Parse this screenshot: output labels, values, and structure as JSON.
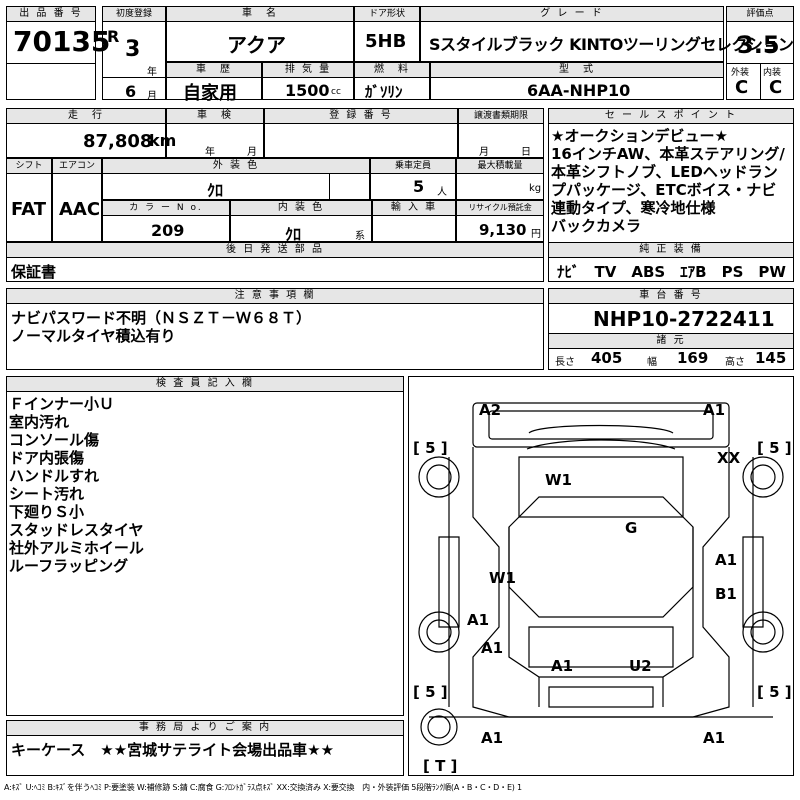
{
  "lot": {
    "label": "出 品 番 号",
    "number": "70135"
  },
  "first_reg": {
    "label": "初度登録",
    "era": "R",
    "year": "3",
    "year_unit": "年",
    "month": "6",
    "month_unit": "月"
  },
  "car_name": {
    "label": "車　名",
    "value": "アクア"
  },
  "door": {
    "label": "ドア形状",
    "value": "5HB"
  },
  "grade": {
    "label": "グ レ ー ド",
    "value": "Sスタイルブラック KINTOツーリングセレクション"
  },
  "score": {
    "label": "評価点",
    "value": "3.5",
    "ext_label": "外装",
    "int_label": "内装",
    "ext": "C",
    "int": "C"
  },
  "history": {
    "label": "車　歴",
    "value": "自家用"
  },
  "displacement": {
    "label": "排 気 量",
    "value": "1500",
    "unit": "cc"
  },
  "fuel": {
    "label": "燃　料",
    "value": "ｶﾞｿﾘﾝ"
  },
  "model": {
    "label": "型　式",
    "value": "6AA-NHP10"
  },
  "mileage": {
    "label": "走　行",
    "value": "87,808",
    "unit": "km"
  },
  "inspection": {
    "label": "車　検",
    "year_unit": "年",
    "month_unit": "月"
  },
  "reg_no": {
    "label": "登 録 番 号"
  },
  "transfer": {
    "label": "譲渡書類期限",
    "month_unit": "月",
    "day_unit": "日"
  },
  "shift": {
    "label": "シフト",
    "value": "FAT"
  },
  "ac": {
    "label": "エアコン",
    "value": "AAC"
  },
  "ext_color": {
    "label": "外 装 色",
    "value": "ｸﾛ"
  },
  "seats": {
    "label": "乗車定員",
    "value": "5",
    "unit": "人"
  },
  "max_load": {
    "label": "最大積載量",
    "unit": "kg"
  },
  "color_no": {
    "label": "カ ラ ー N o.",
    "value": "209"
  },
  "int_color": {
    "label": "内 装 色",
    "value": "ｸﾛ",
    "unit": "系"
  },
  "import": {
    "label": "輸 入 車"
  },
  "recycle": {
    "label": "リサイクル預託金",
    "value": "9,130",
    "unit": "円"
  },
  "later_parts": {
    "label": "後 日 発 送 部 品",
    "value": "保証書"
  },
  "sales_points": {
    "label": "セ ー ル ス ポ イ ン ト",
    "lines": [
      "★オークションデビュー★",
      "16インチAW、本革ステアリング/",
      "本革シフトノブ、LEDヘッドラン",
      "プパッケージ、ETCボイス・ナビ",
      "連動タイプ、寒冷地仕様",
      "バックカメラ"
    ]
  },
  "equipment": {
    "label": "純 正 装 備",
    "value": "ﾅﾋﾞ　TV　ABS　ｴｱB　PS　PW"
  },
  "notes": {
    "label": "注 意 事 項 欄",
    "lines": [
      "ナビパスワード不明（ＮＳＺＴ－Ｗ６８Ｔ）",
      "ノーマルタイヤ積込有り"
    ]
  },
  "chassis": {
    "label": "車 台 番 号",
    "value": "NHP10-2722411",
    "specs_label": "諸 元",
    "length_label": "長さ",
    "length": "405",
    "width_label": "幅",
    "width": "169",
    "height_label": "高さ",
    "height": "145"
  },
  "inspector": {
    "label": "検 査 員 記 入 欄",
    "lines": [
      "Ｆインナー小Ｕ",
      "室内汚れ",
      "コンソール傷",
      "ドア内張傷",
      "ハンドルすれ",
      "シート汚れ",
      "下廻りＳ小",
      "スタッドレスタイヤ",
      "社外アルミホイール",
      "ルーフラッピング"
    ]
  },
  "office": {
    "label": "事 務 局 よ り ご 案 内",
    "value": "キーケース　★★宮城サテライト会場出品車★★"
  },
  "diagram": {
    "tires": {
      "fl": "[ 5 ]",
      "fr": "[ 5 ]",
      "rl": "[ 5 ]",
      "rr": "[ 5 ]",
      "spare": "[ T ]"
    },
    "marks": {
      "front_left": "A2",
      "front_right": "A1",
      "front_right_fender": "XX",
      "hood": "W1",
      "windshield": "G",
      "left_door": "W1",
      "right_door_front": "A1",
      "right_door_rear": "B1",
      "left_rear_door": "A1",
      "left_quarter": "A1",
      "rear_center_left": "A1",
      "rear_center_right": "U2",
      "rear_left": "A1",
      "rear_right": "A1"
    }
  },
  "legend": "A:ｷｽﾞ U:ﾍｺﾐ B:ｷｽﾞを伴うﾍｺﾐ P:要塗装 W:補修跡 S:錆 C:腐食 G:ﾌﾛﾝﾄｶﾞﾗｽ点ｷｽﾞ XX:交換済み X:要交換　内・外装評価 5段階ﾗﾝｸ順(A・B・C・D・E) 1"
}
